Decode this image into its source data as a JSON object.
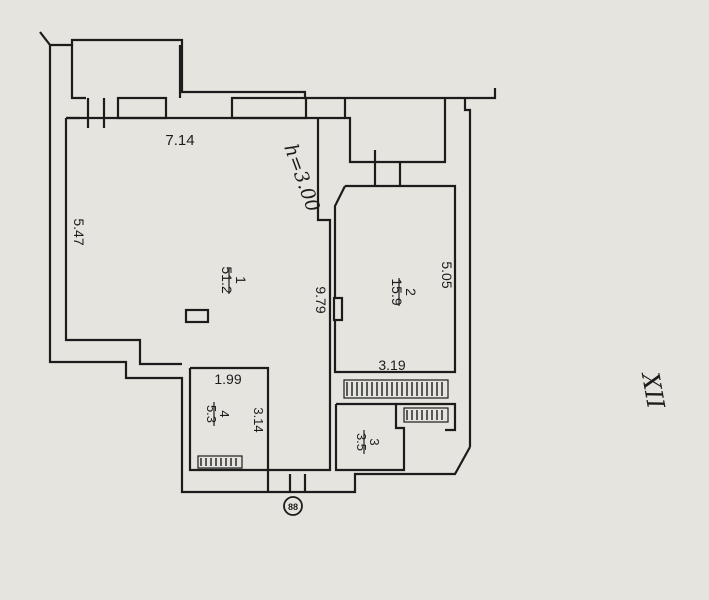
{
  "plan": {
    "ceiling_note": "h=3.00",
    "axis_mark": "XII",
    "entrance_symbol": "88",
    "rooms": [
      {
        "id": "room-1",
        "number": "1",
        "area": "51.2"
      },
      {
        "id": "room-2",
        "number": "2",
        "area": "15.9"
      },
      {
        "id": "room-3",
        "number": "3",
        "area": "3.5"
      },
      {
        "id": "room-4",
        "number": "4",
        "area": "5.3"
      }
    ],
    "dimensions": {
      "d_714": "7.14",
      "d_547": "5.47",
      "d_979": "9.79",
      "d_505": "5.05",
      "d_319": "3.19",
      "d_199": "1.99",
      "d_314": "3.14"
    }
  },
  "colors": {
    "paper": "#e6e4df",
    "ink": "#1c1c1c"
  }
}
